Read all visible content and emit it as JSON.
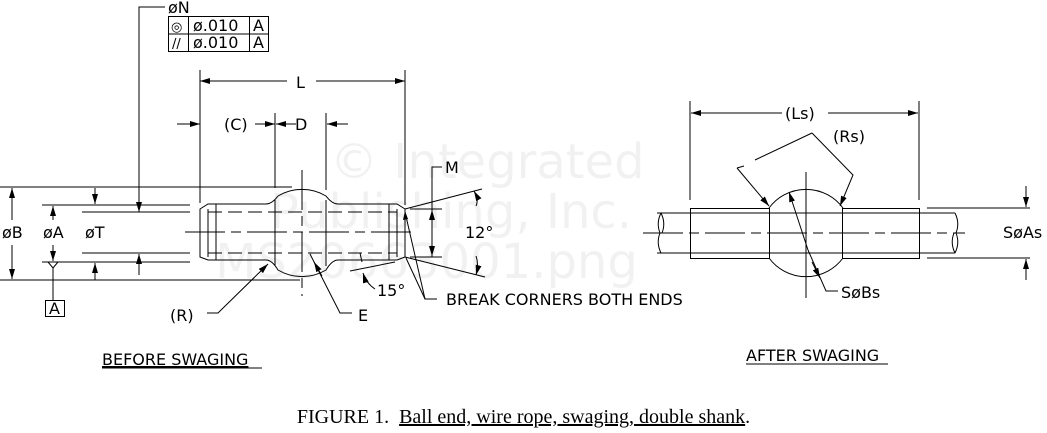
{
  "watermark": [
    "© Integrated",
    "Publishing, Inc.",
    "MS20663001.png"
  ],
  "before": {
    "title": "BEFORE SWAGING",
    "labels": {
      "N": "øN",
      "L": "L",
      "C": "(C)",
      "D": "D",
      "B": "øB",
      "A": "øA",
      "T": "øT",
      "M": "M",
      "angle12": "12°",
      "angle15": "15°",
      "R": "(R)",
      "E": "E",
      "datum": "A",
      "note": "BREAK CORNERS BOTH ENDS"
    },
    "fcf": [
      {
        "symbol": "concentricity",
        "glyph": "◎",
        "tol": "ø.010",
        "datum": "A"
      },
      {
        "symbol": "parallelism",
        "glyph": "//",
        "tol": "ø.010",
        "datum": "A"
      }
    ]
  },
  "after": {
    "title": "AFTER SWAGING",
    "labels": {
      "Ls": "(Ls)",
      "Rs": "(Rs)",
      "As": "SøAs",
      "Bs": "SøBs"
    }
  },
  "caption": {
    "prefix": "FIGURE 1.",
    "title": "Ball end, wire rope, swaging, double shank",
    "suffix": "."
  }
}
